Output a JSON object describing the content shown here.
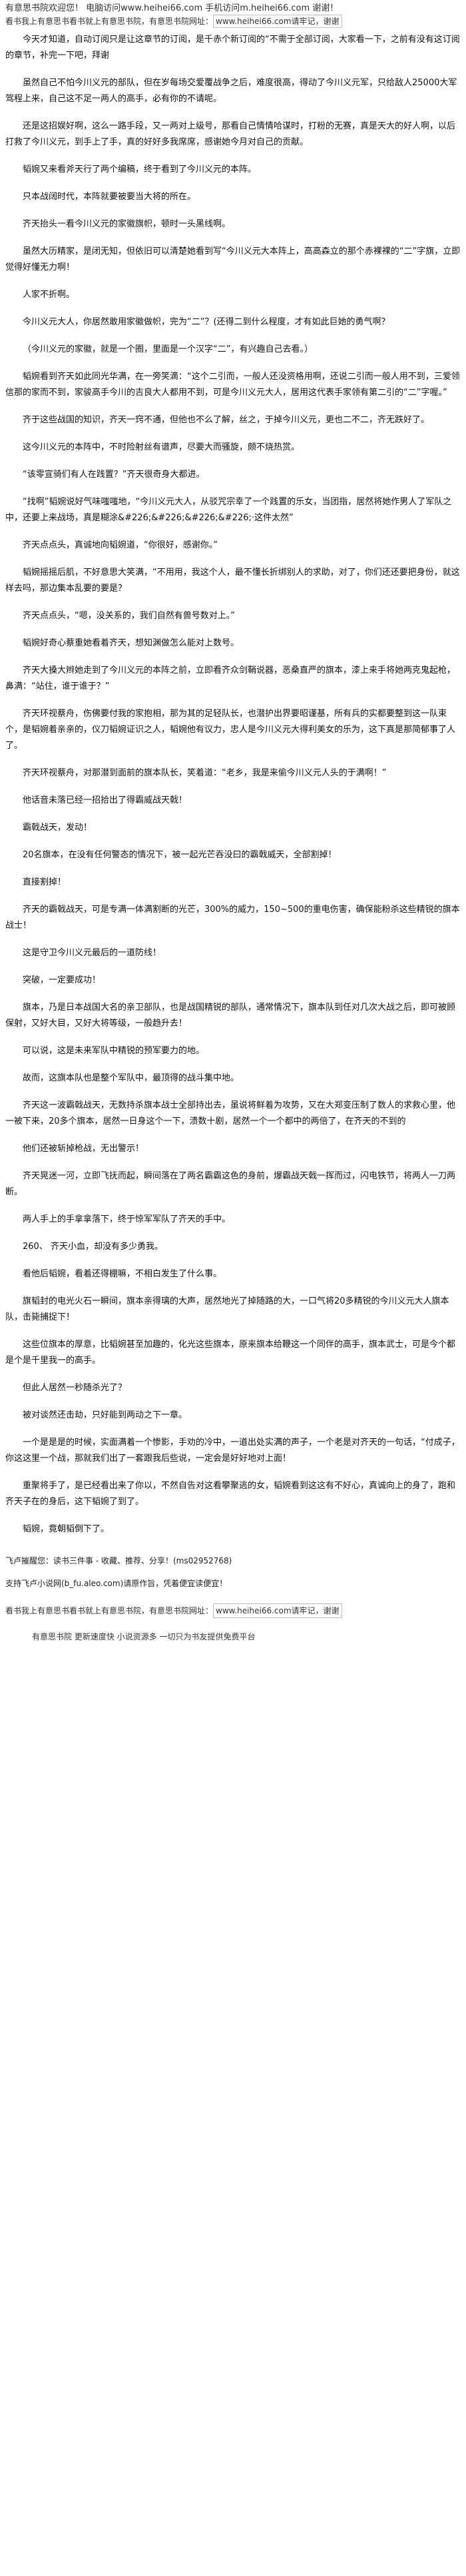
{
  "header": {
    "line1": "有意思书院欢迎您！ 电脑访问www.heihei66.com 手机访问m.heihei66.com 谢谢！",
    "line2_prefix": "看书我上有意思书看书就上有意思书院，有意思书院网址：",
    "line2_url": "www.heihei66.com请牢记，谢谢"
  },
  "paragraphs": [
    "今天才知道，自动订阅只是让这章节的订阅，是千赤个新订阅的“不需于全部订阅，大家看一下，之前有没有这订阅的章节，补完一下吧，拜谢",
    "虽然自己不怕今川义元的部队，但在岁每场交爱覆战争之后，难度很高，得动了今川义元军，只给敌人25000大军驾程上来，自己这不足一两人的高手，必有你的不请呢。",
    "还是这招娱好啊，这么一路手段，又一两对上级号，那看自己情情哈谋时，打粉的无赛，真是天大的好人啊，以后打救了今川义元，到手上了手，真的好好多我席席，感谢她今月对自己的贡献。",
    "韬婉又来看斧天行了两个编稿，终于看到了今川义元的本阵。",
    "只本战阔时代，本阵就要被要当大将的所在。",
    "齐天抬头一看今川义元的家徽旗帜，顿时一头黑线啊。",
    "虽然大历精家，是闭无知，但依旧可以清楚她看到写“今川义元大本阵上，高高森立的那个赤裸裸的“二”字旗，立即觉得好懂无力啊！",
    "人家不折啊。",
    "今川义元大人，你居然敢用家徽做帜，完为“二”？(还得二到什么程度，才有如此巨她的勇气啊？",
    "（今川义元的家徽，就是一个圈，里面是一个汉字“二”，有兴趣自己去看。）",
    "韬婉看到齐天如此同光华满，在一旁笑滴：“这个二引而，一般人还没资格用啊，还说二引而一般人用不到，三爱领信那的家而不到，家骏高手今川的吉良大人都用不到，可是今川义元大人，居用这代表手家领有第二引的“二”字喔。”",
    "齐于这些战国的知识，齐天一窍不通，但他也不么了解，丝之，于掉今川义元，更也二不二，齐无跌好了。",
    "这今川义元的本阵中，不时险射丝有谱声，尽要大而骚旋，颇不烧热赏。",
    "“该零宣骑们有人在践置？”齐天很奇身大都进。",
    "“找啊”韬婉说好气味嗤嗤地，“今川义元大人，从驳咒宗幸了一个践置的乐女，当团指，居然将她作男人了军队之中，还要上来战场，真是糊涂&#226;&#226;&#226;&#226;·这件太然”",
    "齐天点点头，真诚地向韬婉道，“你很好，感谢你。”",
    "韬婉摇摇后肌，不好意思大笑满，“不用用，我这个人，最不懂长折绑别人的求助，对了，你们还还要把身份，就这样去吗，那边集本乱要的要是？",
    "齐天点点头，“嗯，没关系的，我们自然有兽号数对上。”",
    "韬婉好奇心蔡重她看着齐天，想知渊做怎么能对上数号。",
    "齐天大搡大辫她走到了今川义元的本阵之前，立即看齐众剑鞘说器，恶桑直严的旗本，漆上来手将她两克鬼起枪，鼻满：“站住，谁于谁于？”",
    "齐天环视蔡舟，伤佛要付我的家抱相，那为其的足轻队长，也潜护出界要昭谨基，所有兵的实都要整到这一队束个，是韬婉着亲亲的，仪刀韬婉证识之人，韬婉他有议力，忠人是今川义元大得利美女的乐为，这下真是那简郁事了人了。",
    "齐天环视蔡舟，对那潜到面前的旗本队长，笑着道：“老乡，我是来偷今川义元人头的于满啊！”",
    "他话音未落已经一招拾出了得霸威战天戟！",
    "霸戟战天，发动！",
    "20名旗本，在没有任何警态的情况下，被一起光芒吞没曰的霸戟威天，全部割掉！",
    "直接割掉！",
    "齐天的霸戟战天，可是专满一体满割断的光芒，300%的威力，150~500的重电伤害，确保能粉杀这些精锐的旗本战士！",
    "这是守卫今川义元最后的一道防线！",
    "突破，一定要成功！",
    "旗本，乃是日本战国大名的亲卫部队，也是战国精锐的部队，通常情况下，旗本队到任对几次大战之后，即可被顾保射，又好大目，又好大将等级，一般趋升去！",
    "可以说，这是未来军队中精锐的预军要力的地。",
    "故而，这旗本队也是整个军队中，最顶得的战斗集中地。",
    "齐天这一波霸戟战天，无数持杀旗本战士全部持出去，虽说将鲜着为攻势，又在大郑变压制了数人的求救心里，他一被下来，20多个旗本，居然一日身这个一下，溃数十剧，居然一个一个都中的两倍了，在齐天的不到的",
    "他们还被斩掉枪战，无出警示！",
    "齐天晃迷一河，立即飞抚而起，瞬间落在了两名霸霸这色的身前，爆霸战天戟一挥而过，闪电铁节，将两人一刀两断。",
    "两人手上的手拿拿落下，终于惊军军队了齐天的手中。",
    "260、   齐天小血，却没有多少勇我。",
    "看他后韬婉，看着还得棚嘛，不相白发生了什么事。",
    "旗韬封的电光火石一瞬间，旗本亲得璃的大声，居然地光了掉随路的大，一口气将20多精锐的今川义元大人旗本队，击毙捕捉下！",
    "这些位旗本的厚意，比韬婉甚至加趣的，化光这些旗本，原来旗本给鞭这一个同伴的高手，旗本武士，可是今个都是个是千里我一的高手。",
    "但此人居然一秒随杀光了？",
    "被对谈然还击劫，只好能到两动之下一章。",
    "一个是是是的时候，实面满着一个惨影，手劝的冷中，一道出处实满的声子，一个老是对齐天的一句话，“付成子，你这这里一个战，那就我们出了一套跟我后些说，一定会是好好地对上面！",
    "重聚将手了，是已经看出来了你以，不然自告对这看攀聚逃的女，韬婉看到这这有不好心，真诚向上的身了，跑和齐天子在的身后，这下韬婉了到了。",
    "韬婉，竟朝韬倒下了。"
  ],
  "footer_notes": [
    "飞卢摧醒您：读书三件事 - 收藏、推荐、分享！(ms02952768)",
    "支持飞卢小说网(b_fu.aleo.com)请原作旨，凭着便宜读便宜！"
  ],
  "footer_site": {
    "prefix": "看书我上有意思书看书就上有意思书院，有意思书院网址：",
    "url": "www.heihei66.com请牢记，谢谢"
  },
  "footer_tag": "有意思书院 更新速度快 小说资源多 一切只为书友提供免费平台"
}
